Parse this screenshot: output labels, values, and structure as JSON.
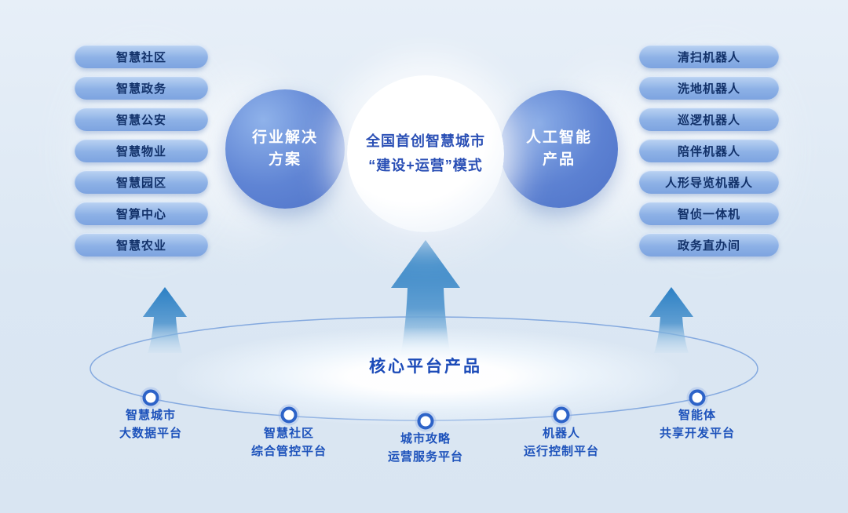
{
  "left_column": {
    "items": [
      "智慧社区",
      "智慧政务",
      "智慧公安",
      "智慧物业",
      "智慧园区",
      "智算中心",
      "智慧农业"
    ]
  },
  "right_column": {
    "items": [
      "清扫机器人",
      "洗地机器人",
      "巡逻机器人",
      "陪伴机器人",
      "人形导览机器人",
      "智侦一体机",
      "政务直办间"
    ]
  },
  "circles": {
    "left": {
      "line1": "行业解决",
      "line2": "方案"
    },
    "center": {
      "line1": "全国首创智慧城市",
      "line2": "“建设+运营”模式"
    },
    "right": {
      "line1": "人工智能",
      "line2": "产品"
    }
  },
  "platform": {
    "title": "核心平台产品"
  },
  "bottom_nodes": [
    {
      "line1": "智慧城市",
      "line2": "大数据平台"
    },
    {
      "line1": "智慧社区",
      "line2": "综合管控平台"
    },
    {
      "line1": "城市攻略",
      "line2": "运营服务平台"
    },
    {
      "line1": "机器人",
      "line2": "运行控制平台"
    },
    {
      "line1": "智能体",
      "line2": "共享开发平台"
    }
  ],
  "colors": {
    "background": "#dbe7f3",
    "pill_gradient_top": "#bcd4f3",
    "pill_gradient_bottom": "#7da4e0",
    "pill_text": "#123169",
    "circle_blue": "#5f84d4",
    "circle_text": "#ffffff",
    "center_circle_text": "#2a4fb5",
    "arrow_blue": "#2c80c4",
    "platform_title": "#1b4ab8",
    "node_dot": "#2d63c8",
    "node_label": "#1d52bb"
  }
}
